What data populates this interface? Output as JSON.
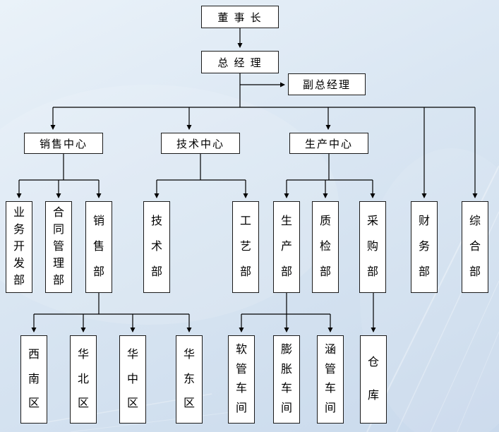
{
  "diagram": {
    "type": "org-chart",
    "colors": {
      "box_background": "#ffffff",
      "box_border": "#1a1a1a",
      "connector": "#000000",
      "page_background": "#dbe7f3"
    }
  },
  "nodes": {
    "chairman": "董 事 长",
    "general_manager": "总 经 理",
    "deputy_general_manager": "副总经理",
    "sales_center": "销售中心",
    "tech_center": "技术中心",
    "production_center": "生产中心",
    "business_development_dept": "业务开发部",
    "contract_management_dept": "合同管理部",
    "sales_dept": "销售部",
    "technology_dept": "技术部",
    "craft_dept": "工艺部",
    "production_dept": "生产部",
    "quality_inspection_dept": "质检部",
    "purchasing_dept": "采购部",
    "finance_dept": "财务部",
    "general_affairs_dept": "综合部",
    "region_southwest": "西南区",
    "region_north_china": "华北区",
    "region_central_china": "华中区",
    "region_east_china": "华东区",
    "hose_workshop": "软管车间",
    "expansion_workshop": "膨胀车间",
    "culvert_workshop": "涵管车间",
    "warehouse": "仓库"
  },
  "edges": [
    {
      "from": "chairman",
      "to": "general_manager"
    },
    {
      "from": "general_manager",
      "to": "deputy_general_manager"
    },
    {
      "from": "general_manager",
      "to": "sales_center"
    },
    {
      "from": "general_manager",
      "to": "tech_center"
    },
    {
      "from": "general_manager",
      "to": "production_center"
    },
    {
      "from": "general_manager",
      "to": "finance_dept"
    },
    {
      "from": "general_manager",
      "to": "general_affairs_dept"
    },
    {
      "from": "sales_center",
      "to": "business_development_dept"
    },
    {
      "from": "sales_center",
      "to": "contract_management_dept"
    },
    {
      "from": "sales_center",
      "to": "sales_dept"
    },
    {
      "from": "tech_center",
      "to": "technology_dept"
    },
    {
      "from": "tech_center",
      "to": "craft_dept"
    },
    {
      "from": "production_center",
      "to": "production_dept"
    },
    {
      "from": "production_center",
      "to": "quality_inspection_dept"
    },
    {
      "from": "production_center",
      "to": "purchasing_dept"
    },
    {
      "from": "sales_dept",
      "to": "region_southwest"
    },
    {
      "from": "sales_dept",
      "to": "region_north_china"
    },
    {
      "from": "sales_dept",
      "to": "region_central_china"
    },
    {
      "from": "sales_dept",
      "to": "region_east_china"
    },
    {
      "from": "production_dept",
      "to": "hose_workshop"
    },
    {
      "from": "production_dept",
      "to": "expansion_workshop"
    },
    {
      "from": "production_dept",
      "to": "culvert_workshop"
    },
    {
      "from": "purchasing_dept",
      "to": "warehouse"
    }
  ]
}
